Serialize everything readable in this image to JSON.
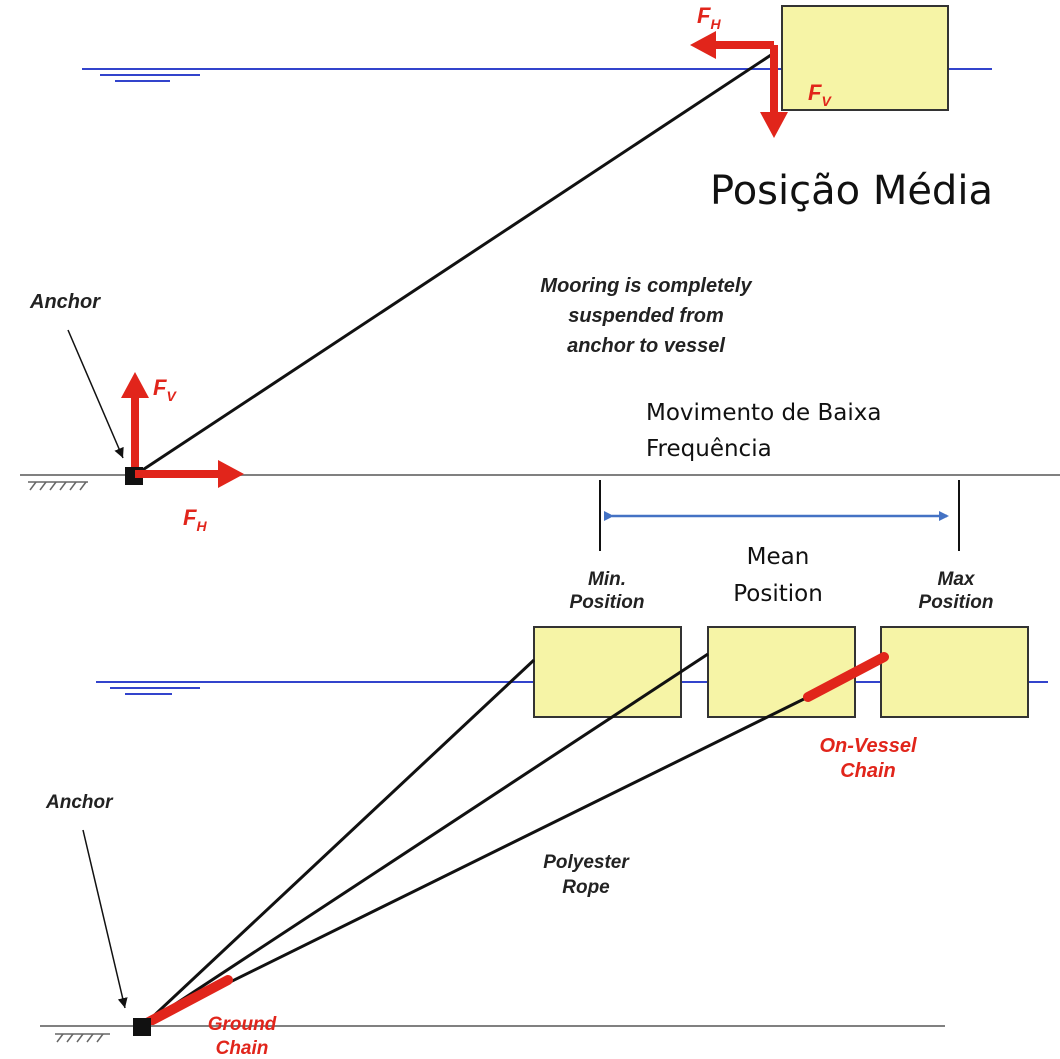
{
  "colors": {
    "water": "#3344cc",
    "seabed": "#808080",
    "line": "#111111",
    "force": "#e1251b",
    "vessel_fill": "#f6f4a6",
    "vessel_stroke": "#333333",
    "label_red": "#e1251b",
    "dim_arrow": "#4472c4"
  },
  "top": {
    "fh_sub_vessel": "H",
    "fv_sub_vessel": "V",
    "fv_sub_anchor": "V",
    "fh_sub_anchor": "H",
    "f_letter": "F",
    "title": "Posição Média",
    "anchor_label": "Anchor",
    "suspended_label": [
      "Mooring is completely",
      "suspended from",
      "anchor to vessel"
    ],
    "low_freq_label": [
      "Movimento de Baixa",
      "Frequência"
    ]
  },
  "bottom": {
    "min_position": [
      "Min.",
      "Position"
    ],
    "mean_position": [
      "Mean",
      "Position"
    ],
    "max_position": [
      "Max",
      "Position"
    ],
    "on_vessel_chain": [
      "On-Vessel",
      "Chain"
    ],
    "polyester_rope": [
      "Polyester",
      "Rope"
    ],
    "anchor_label": "Anchor",
    "ground_chain": [
      "Ground",
      "Chain"
    ]
  }
}
